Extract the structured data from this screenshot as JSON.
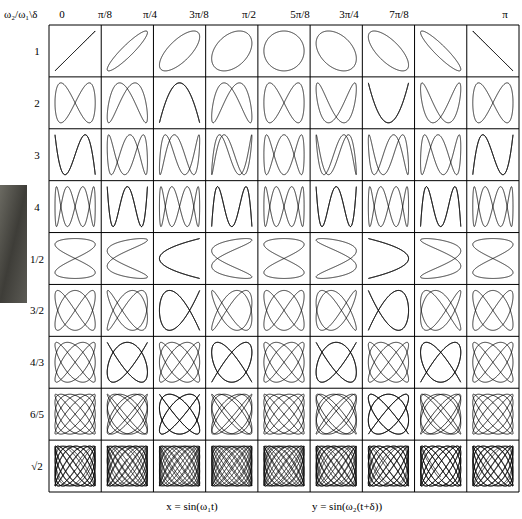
{
  "diagram": {
    "labels": [
      "ω₂/ω₁\\δ",
      "0",
      "π/8",
      "π/4",
      "3π/8",
      "π/2",
      "5π/8",
      "3π/4",
      "7π/8",
      "π",
      "1",
      "2",
      "3",
      "4",
      "1/2",
      "3/2",
      "4/3",
      "6/5",
      "√2",
      "x = sin(ω₁t)",
      "y = sin(ω₂(t+δ))"
    ]
  }
}
